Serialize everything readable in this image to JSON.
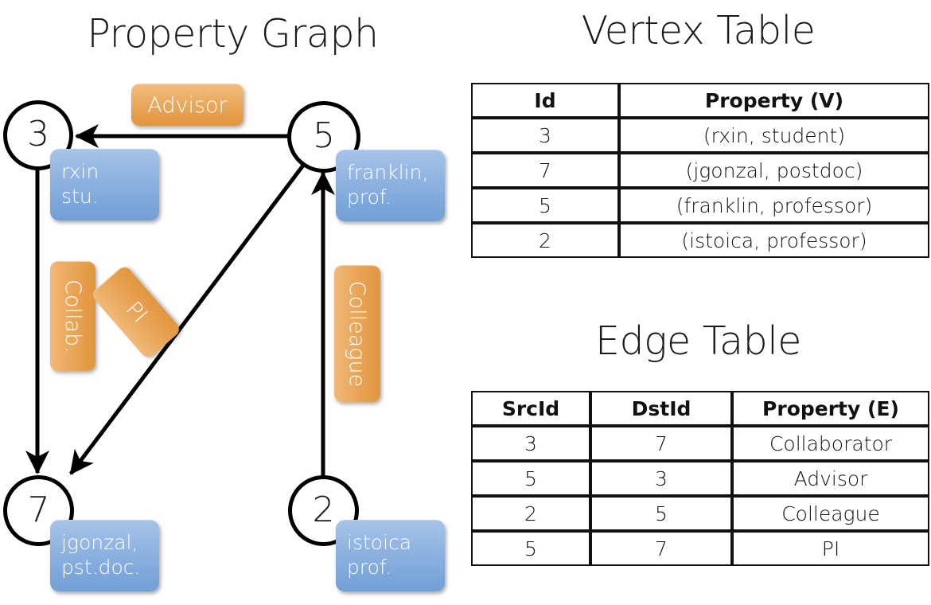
{
  "titles": {
    "property_graph": "Property Graph",
    "vertex_table": "Vertex Table",
    "edge_table": "Edge Table"
  },
  "graph": {
    "nodes": [
      {
        "id": "3",
        "property_line1": "rxin",
        "property_line2": "stu."
      },
      {
        "id": "5",
        "property_line1": "franklin,",
        "property_line2": "prof."
      },
      {
        "id": "7",
        "property_line1": "jgonzal,",
        "property_line2": "pst.doc."
      },
      {
        "id": "2",
        "property_line1": "istoica",
        "property_line2": "prof."
      }
    ],
    "edge_labels": {
      "advisor": "Advisor",
      "collab": "Collab.",
      "pi": "PI",
      "colleague": "Colleague"
    }
  },
  "vertex_table": {
    "headers": [
      "Id",
      "Property (V)"
    ],
    "rows": [
      {
        "id": "3",
        "property": "(rxin, student)"
      },
      {
        "id": "7",
        "property": "(jgonzal, postdoc)"
      },
      {
        "id": "5",
        "property": "(franklin, professor)"
      },
      {
        "id": "2",
        "property": "(istoica, professor)"
      }
    ]
  },
  "edge_table": {
    "headers": [
      "SrcId",
      "DstId",
      "Property (E)"
    ],
    "rows": [
      {
        "src": "3",
        "dst": "7",
        "property": "Collaborator"
      },
      {
        "src": "5",
        "dst": "3",
        "property": "Advisor"
      },
      {
        "src": "2",
        "dst": "5",
        "property": "Colleague"
      },
      {
        "src": "5",
        "dst": "7",
        "property": "PI"
      }
    ]
  },
  "colors": {
    "vertex_cell": "#ccd9ee",
    "edge_cell": "#f7dfc4",
    "node_box": "#8db2e0",
    "edge_label": "#eaa95e",
    "stroke": "#000000"
  }
}
